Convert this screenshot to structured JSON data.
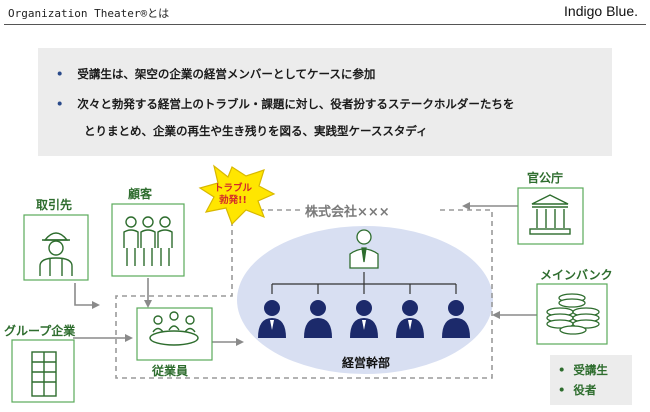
{
  "header": {
    "title": "Organization Theater®とは",
    "brand": "Indigo Blue."
  },
  "summary": {
    "bullets": [
      "受講生は、架空の企業の経営メンバーとしてケースに参加",
      "次々と勃発する経営上のトラブル・課題に対し、役者扮するステークホルダーたちを",
      "とりまとめ、企業の再生や生き残りを図る、実践型ケーススタディ"
    ]
  },
  "diagram": {
    "trouble_burst": {
      "line1": "トラブル",
      "line2": "勃発!!"
    },
    "company_name": "株式会社×××",
    "executives_label": "経営幹部",
    "stakeholders": {
      "torihikisaki": "取引先",
      "kokyaku": "顧客",
      "kankocho": "官公庁",
      "main_bank": "メインバンク",
      "group_kigyo": "グループ企業",
      "jugyoin": "従業員"
    },
    "colors": {
      "green": "#2e6d2e",
      "box_border": "#5aaa5a",
      "navy": "#1c2a6b",
      "ellipse": "#d8dff2",
      "burst": "#ffe600"
    }
  },
  "legend": {
    "items": [
      "受講生",
      "役者"
    ]
  }
}
